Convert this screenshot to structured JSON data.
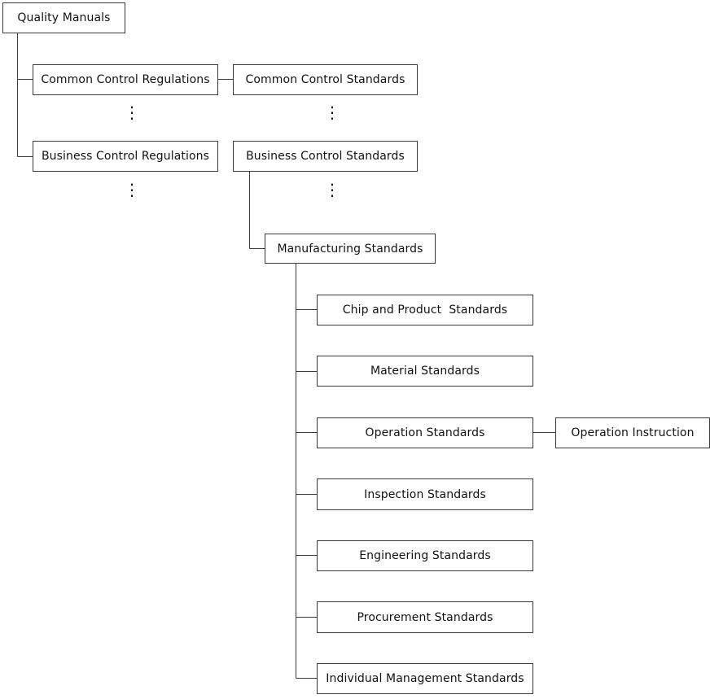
{
  "diagram": {
    "quality_manuals": "Quality Manuals",
    "common_control_regulations": "Common Control Regulations",
    "common_control_standards": "Common Control Standards",
    "business_control_regulations": "Business Control Regulations",
    "business_control_standards": "Business Control Standards",
    "manufacturing_standards": "Manufacturing Standards",
    "standards": [
      "Chip and Product  Standards",
      "Material Standards",
      "Operation Standards",
      "Inspection Standards",
      "Engineering Standards",
      "Procurement Standards",
      "Individual Management Standards"
    ],
    "operation_instruction": "Operation Instruction",
    "ellipsis": "⋮"
  },
  "colors": {
    "line": "#3a3a3a",
    "box_border": "#3a3a3a",
    "text": "#111111"
  }
}
